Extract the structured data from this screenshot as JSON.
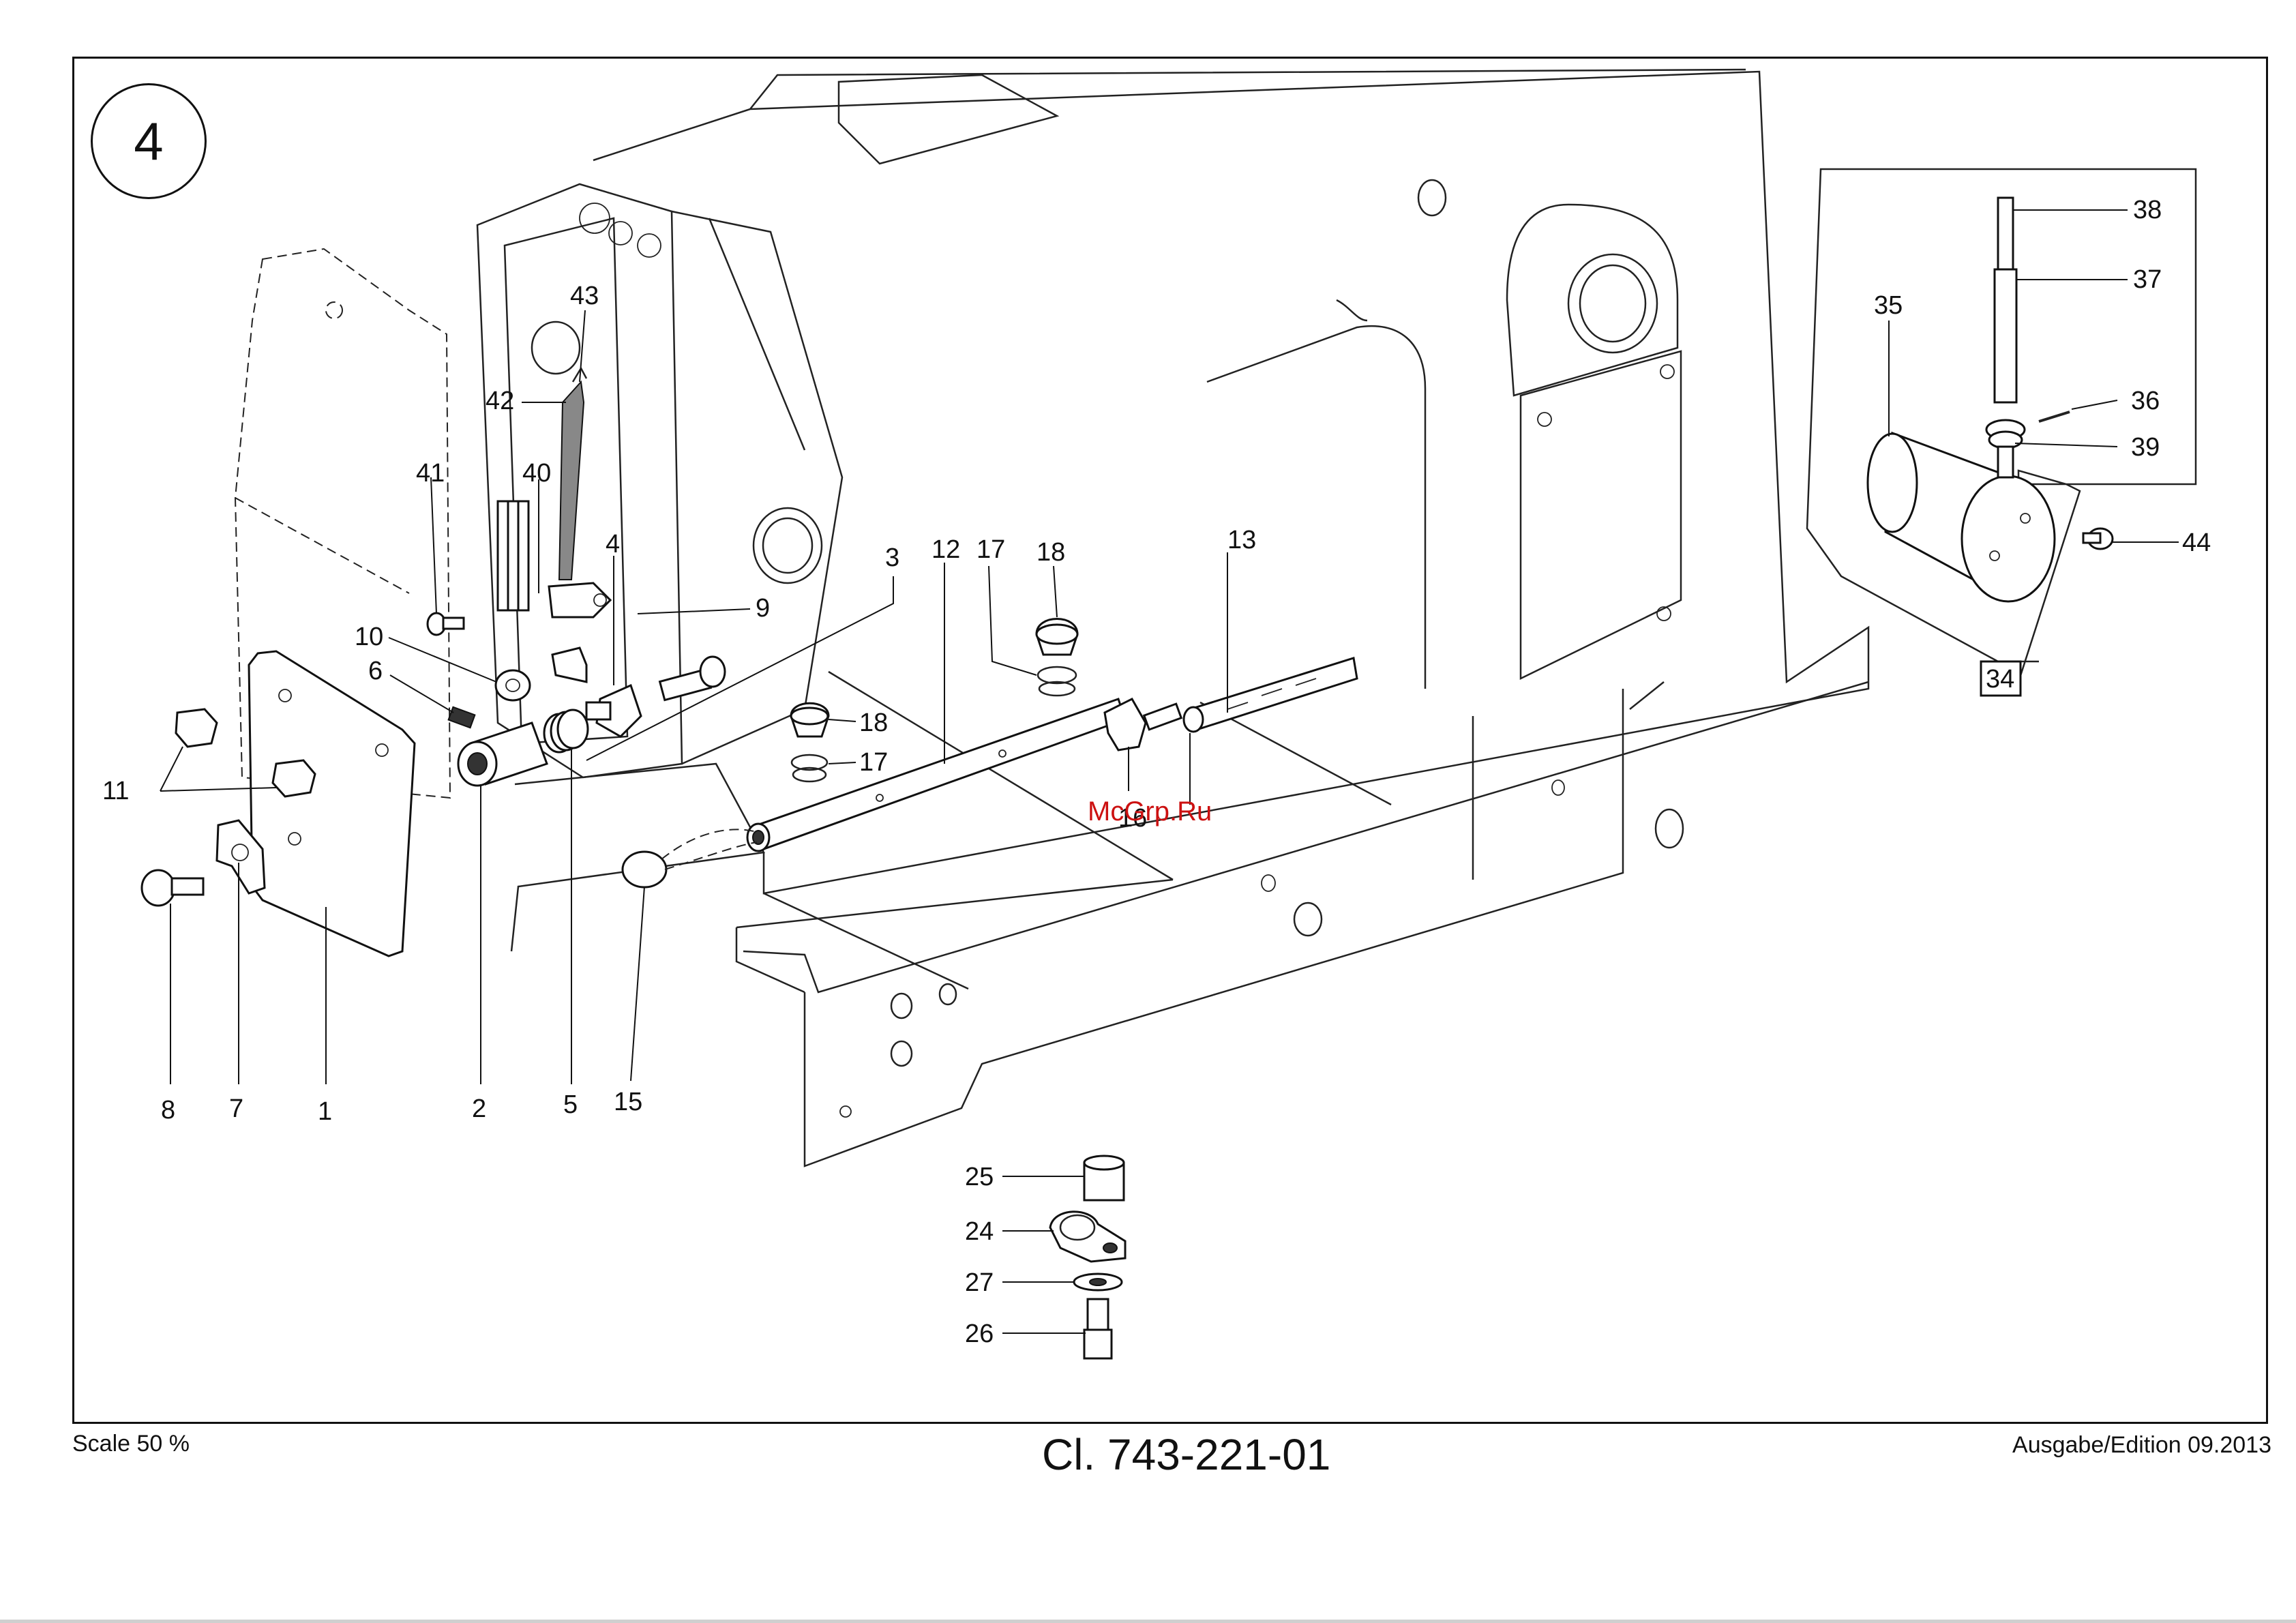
{
  "plate": {
    "number": "4"
  },
  "footer": {
    "scale": "Scale 50 %",
    "document_number": "Cl. 743-221-01",
    "edition": "Ausgabe/Edition 09.2013"
  },
  "watermark": "McGrp.Ru",
  "callouts": {
    "p1": "1",
    "p2": "2",
    "p3": "3",
    "p4": "4",
    "p5": "5",
    "p6": "6",
    "p7": "7",
    "p8": "8",
    "p9": "9",
    "p10": "10",
    "p11": "11",
    "p12": "12",
    "p13": "13",
    "p15": "15",
    "p16": "16",
    "p17a": "17",
    "p17b": "17",
    "p18a": "18",
    "p18b": "18",
    "p24": "24",
    "p25": "25",
    "p26": "26",
    "p27": "27",
    "p34": "34",
    "p35": "35",
    "p36": "36",
    "p37": "37",
    "p38": "38",
    "p39": "39",
    "p40": "40",
    "p41": "41",
    "p42": "42",
    "p43": "43",
    "p44": "44"
  }
}
